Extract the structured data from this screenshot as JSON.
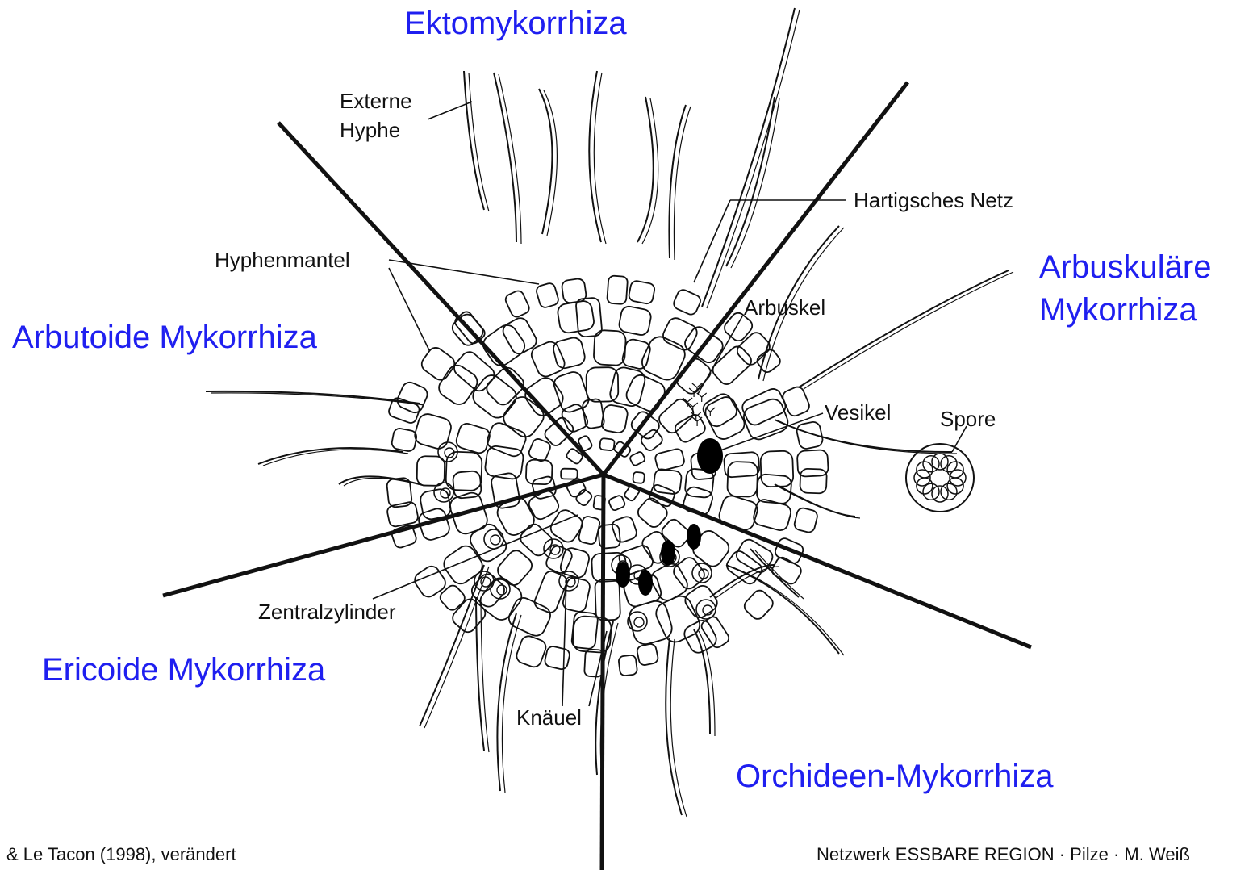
{
  "types": {
    "ekto": "Ektomykorrhiza",
    "arbuskulaer_line1": "Arbuskuläre",
    "arbuskulaer_line2": "Mykorrhiza",
    "arbutoid": "Arbutoide Mykorrhiza",
    "ericoid": "Ericoide Mykorrhiza",
    "orchid": "Orchideen-Mykorrhiza"
  },
  "parts": {
    "externe_line1": "Externe",
    "externe_line2": "Hyphe",
    "hartig": "Hartigsches Netz",
    "hyphenmantel": "Hyphenmantel",
    "arbuskel": "Arbuskel",
    "vesikel": "Vesikel",
    "spore": "Spore",
    "zentralzylinder": "Zentralzylinder",
    "knaeuel": "Knäuel"
  },
  "footer": {
    "citation": "& Le Tacon (1998), verändert",
    "credit": "Netzwerk ESSBARE REGION · Pilze · M. Weiß"
  },
  "colors": {
    "type_label": "#1f1ff0",
    "line": "#111111"
  }
}
